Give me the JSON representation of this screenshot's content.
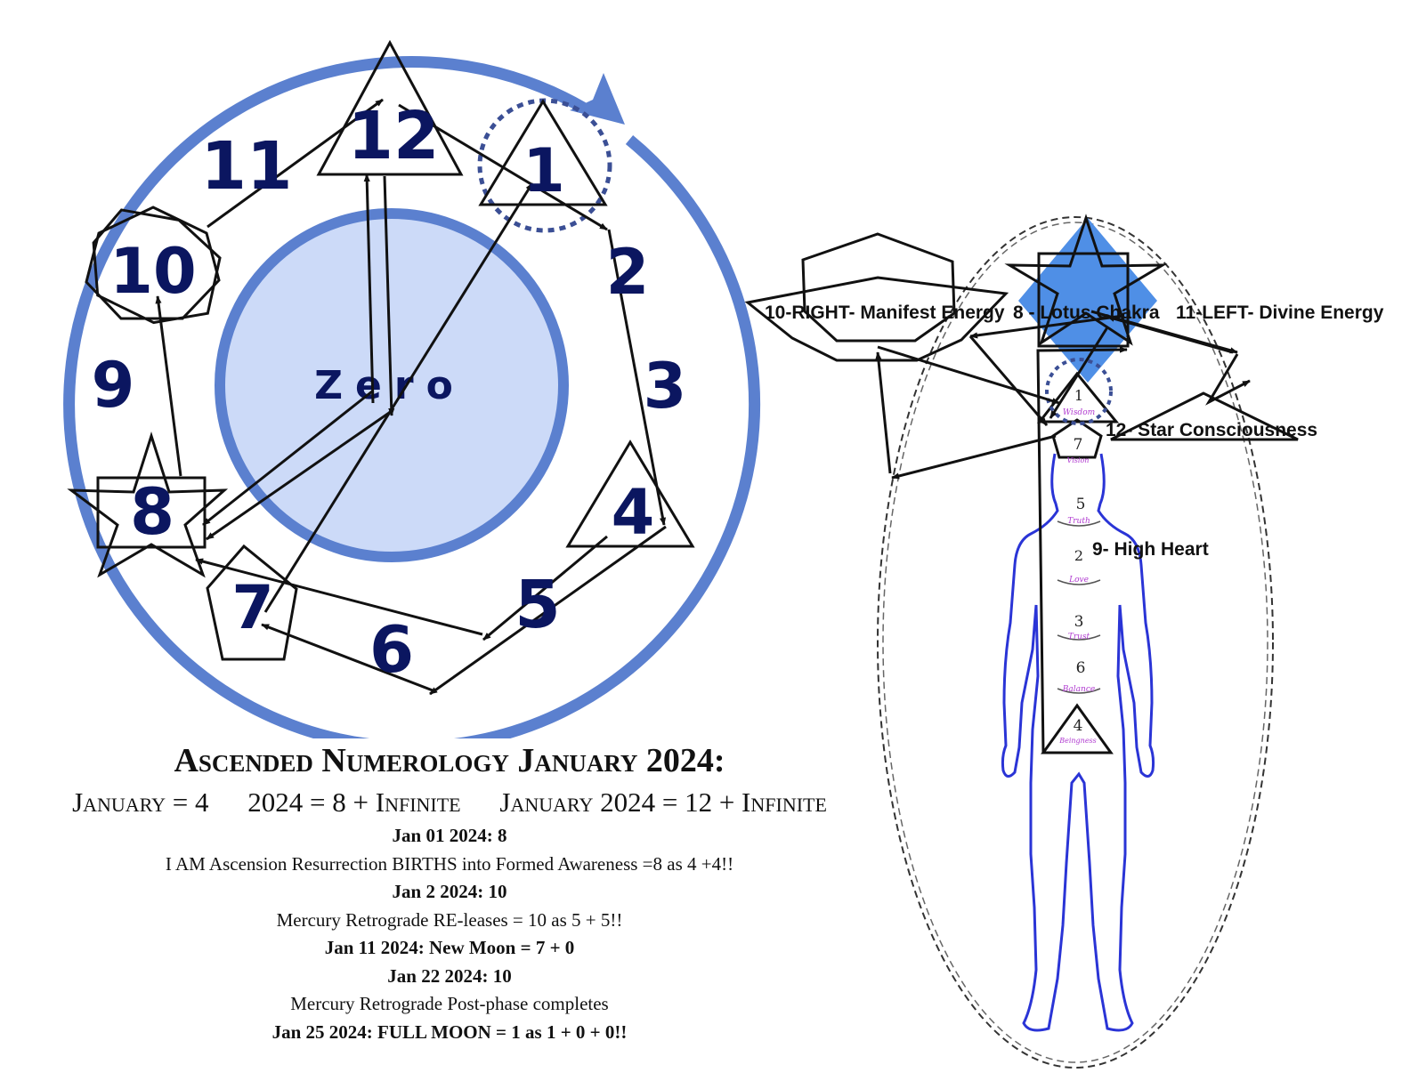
{
  "wheel": {
    "numbers": [
      "1",
      "2",
      "3",
      "4",
      "5",
      "6",
      "7",
      "8",
      "9",
      "10",
      "11",
      "12"
    ],
    "center_label": "Zero",
    "colors": {
      "ring": "#5b80cf",
      "inner_fill": "#ccdaf8",
      "numbers": "#0b1660",
      "ink": "#111111"
    }
  },
  "body": {
    "labels": {
      "right": "10-RIGHT- Manifest Energy",
      "lotus": "8 - Lotus Chakra",
      "left": "11-LEFT- Divine Energy",
      "star": "12- Star Consciousness",
      "heart": "9- High Heart"
    },
    "chakras": [
      {
        "num": "1",
        "word": "Wisdom"
      },
      {
        "num": "7",
        "word": "Vision"
      },
      {
        "num": "5",
        "word": "Truth"
      },
      {
        "num": "2",
        "word": "Love"
      },
      {
        "num": "3",
        "word": "Trust"
      },
      {
        "num": "6",
        "word": "Balance"
      },
      {
        "num": "4",
        "word": "Beingness"
      }
    ],
    "colors": {
      "figure": "#2a34d6",
      "diamond": "#4f8fe6",
      "word": "#b03ad0"
    }
  },
  "captions": {
    "title": "Ascended Numerology January 2024:",
    "sub": [
      "January = 4",
      "2024 = 8 + Infinite",
      "January 2024 = 12 + Infinite"
    ],
    "lines": [
      {
        "text": "Jan 01 2024: 8",
        "bold": true
      },
      {
        "text": "I AM Ascension Resurrection BIRTHS into Formed Awareness =8 as 4 +4!!",
        "bold": false
      },
      {
        "text": "Jan 2 2024: 10",
        "bold": true
      },
      {
        "text": "Mercury Retrograde RE-leases = 10 as 5 + 5!!",
        "bold": false
      },
      {
        "text": "Jan 11 2024: New Moon  = 7 + 0",
        "bold": true
      },
      {
        "text": "Jan 22 2024: 10",
        "bold": true
      },
      {
        "text": "Mercury Retrograde Post-phase completes",
        "bold": false
      },
      {
        "text": "Jan 25 2024:  FULL MOON = 1 as  1 + 0 + 0!!",
        "bold": true
      }
    ]
  }
}
